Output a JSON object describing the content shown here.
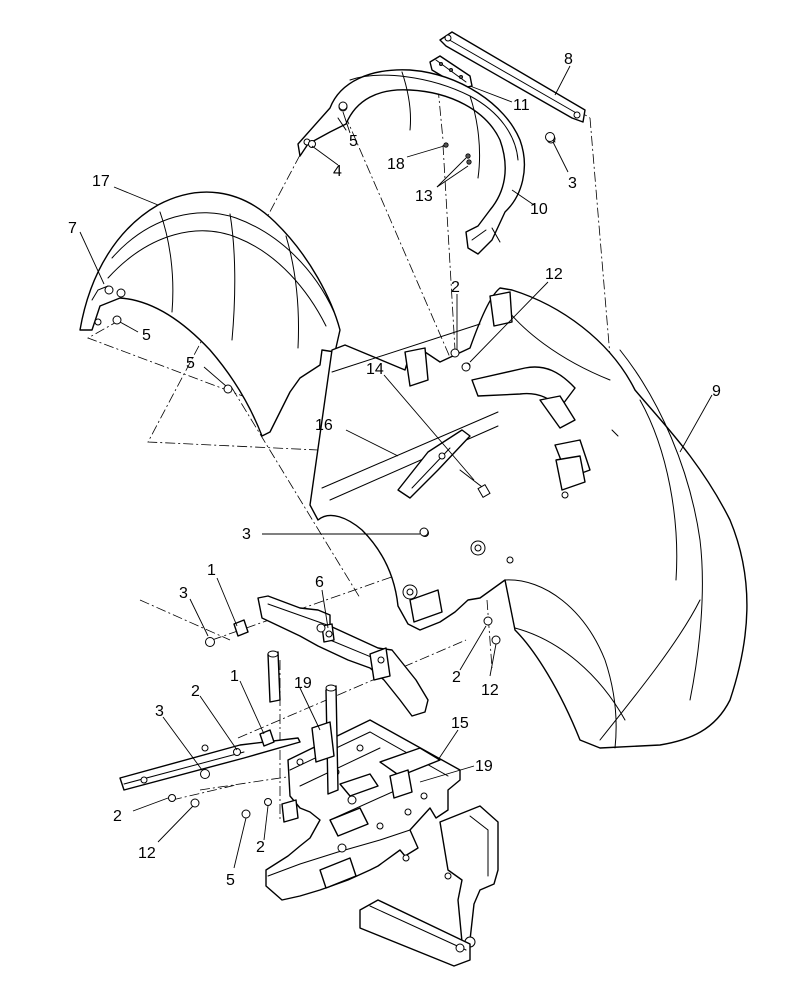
{
  "colors": {
    "line": "#000000",
    "background": "#ffffff"
  },
  "callouts": [
    {
      "id": "c8",
      "label": "8"
    },
    {
      "id": "c11",
      "label": "11"
    },
    {
      "id": "c5a",
      "label": "5"
    },
    {
      "id": "c4",
      "label": "4"
    },
    {
      "id": "c18",
      "label": "18"
    },
    {
      "id": "c3a",
      "label": "3"
    },
    {
      "id": "c13",
      "label": "13"
    },
    {
      "id": "c10",
      "label": "10"
    },
    {
      "id": "c17",
      "label": "17"
    },
    {
      "id": "c7",
      "label": "7"
    },
    {
      "id": "c5b",
      "label": "5"
    },
    {
      "id": "c5c",
      "label": "5"
    },
    {
      "id": "c2a",
      "label": "2"
    },
    {
      "id": "c12a",
      "label": "12"
    },
    {
      "id": "c9",
      "label": "9"
    },
    {
      "id": "c14",
      "label": "14"
    },
    {
      "id": "c16",
      "label": "16"
    },
    {
      "id": "c3b",
      "label": "3"
    },
    {
      "id": "c1a",
      "label": "1"
    },
    {
      "id": "c6",
      "label": "6"
    },
    {
      "id": "c3c",
      "label": "3"
    },
    {
      "id": "c2b",
      "label": "2"
    },
    {
      "id": "c12b",
      "label": "12"
    },
    {
      "id": "c1b",
      "label": "1"
    },
    {
      "id": "c19a",
      "label": "19"
    },
    {
      "id": "c15",
      "label": "15"
    },
    {
      "id": "c2c",
      "label": "2"
    },
    {
      "id": "c3d",
      "label": "3"
    },
    {
      "id": "c19b",
      "label": "19"
    },
    {
      "id": "c2d",
      "label": "2"
    },
    {
      "id": "c12c",
      "label": "12"
    },
    {
      "id": "c2e",
      "label": "2"
    },
    {
      "id": "c5d",
      "label": "5"
    }
  ]
}
